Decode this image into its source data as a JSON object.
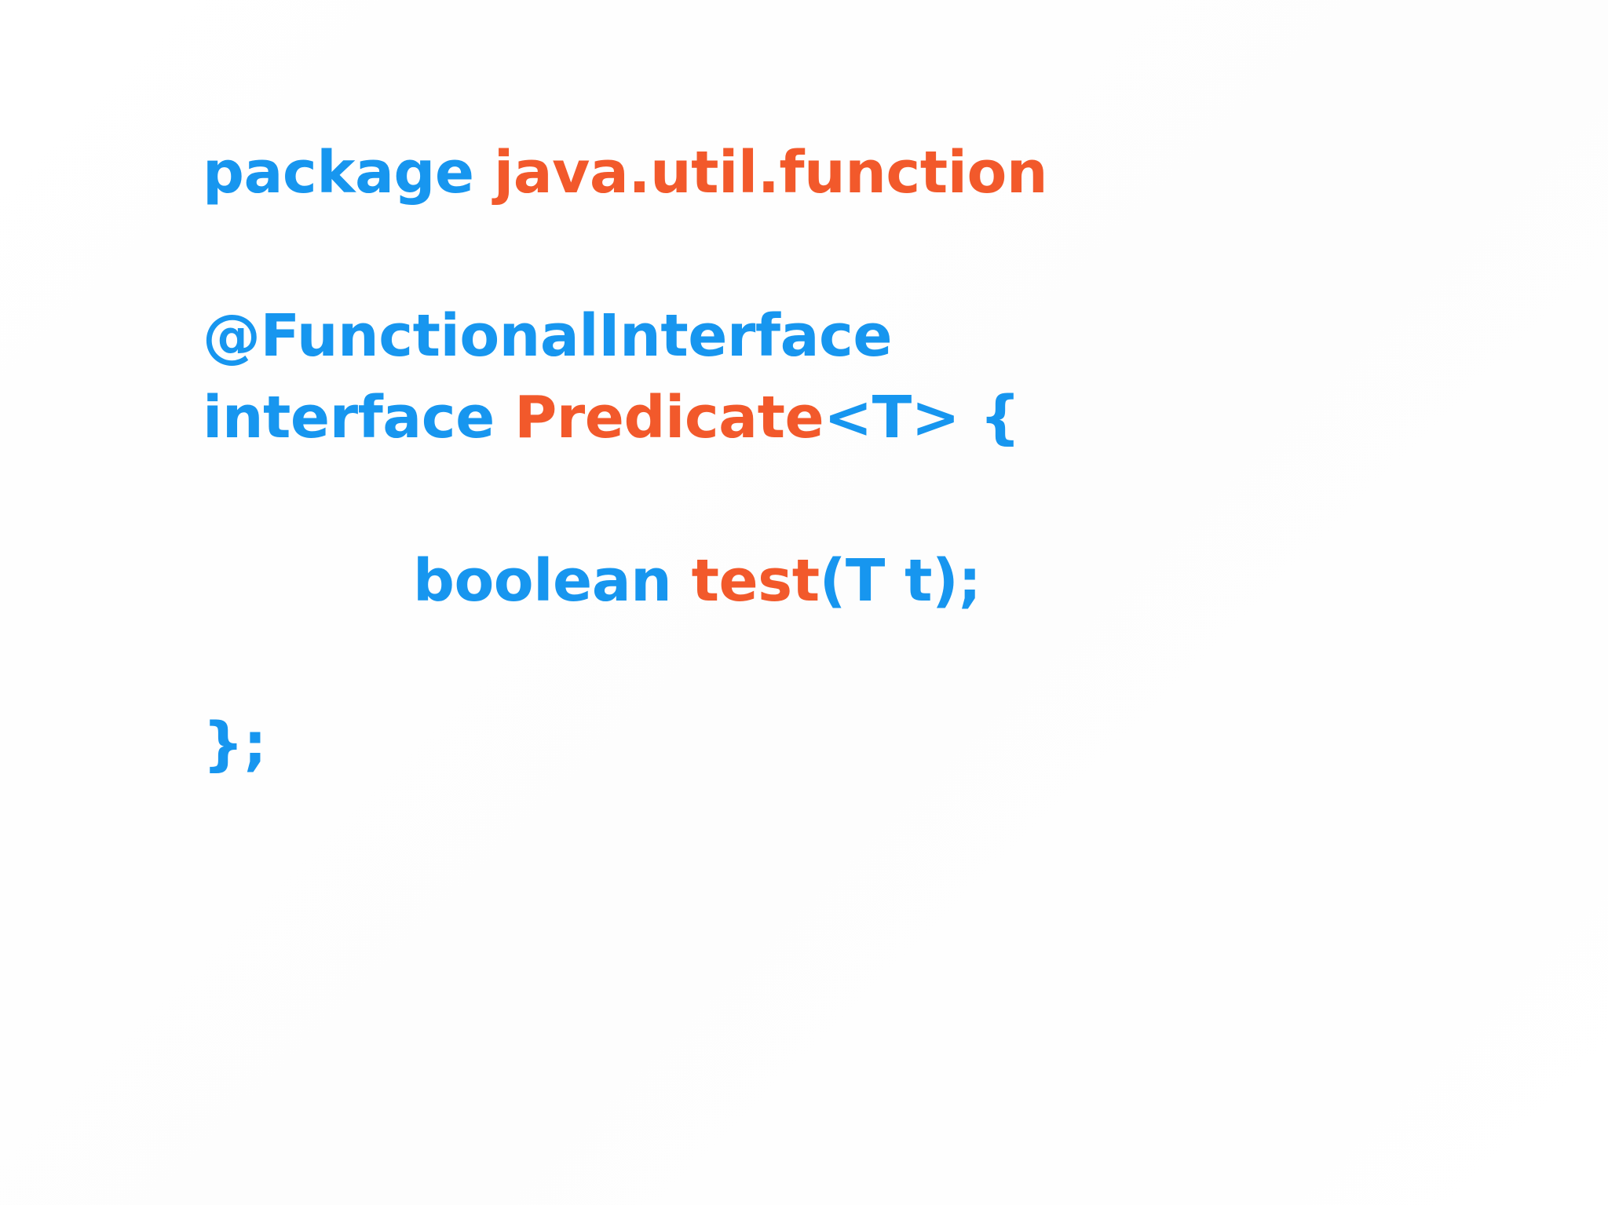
{
  "slide": {
    "background_color": "#ffffff",
    "keyword_color": "#1796EF",
    "identifier_color": "#F2592B",
    "language": "java"
  },
  "code": {
    "line1": {
      "keyword": "package",
      "space": " ",
      "identifier": "java.util.function"
    },
    "line2": {
      "annotation": "@FunctionalInterface"
    },
    "line3": {
      "keyword": "interface",
      "space": " ",
      "identifier": "Predicate",
      "generic_open": "<T> {"
    },
    "line4": {
      "keyword": "boolean",
      "space": " ",
      "identifier": "test",
      "signature": "(T t);"
    },
    "line5": {
      "closing": "};"
    }
  }
}
